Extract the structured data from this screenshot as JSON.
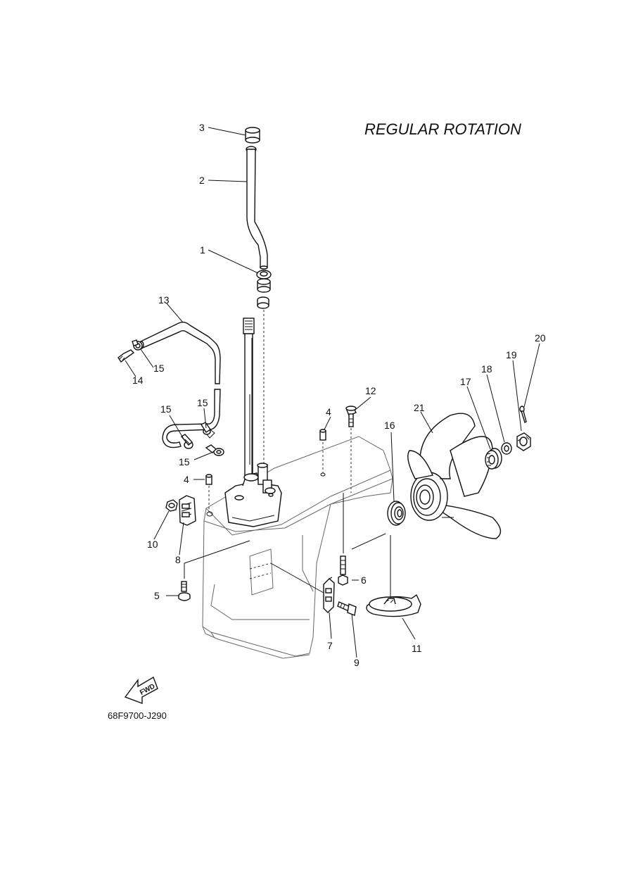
{
  "title": "REGULAR ROTATION",
  "drawing_code": "68F9700-J290",
  "fwd_label": "FWD",
  "callouts": {
    "c1": "1",
    "c2": "2",
    "c3": "3",
    "c4a": "4",
    "c4b": "4",
    "c5": "5",
    "c6": "6",
    "c7": "7",
    "c8": "8",
    "c9": "9",
    "c10": "10",
    "c11": "11",
    "c12": "12",
    "c13": "13",
    "c14": "14",
    "c15a": "15",
    "c15b": "15",
    "c15c": "15",
    "c15d": "15",
    "c16": "16",
    "c17": "17",
    "c18": "18",
    "c19": "19",
    "c20": "20",
    "c21": "21"
  }
}
